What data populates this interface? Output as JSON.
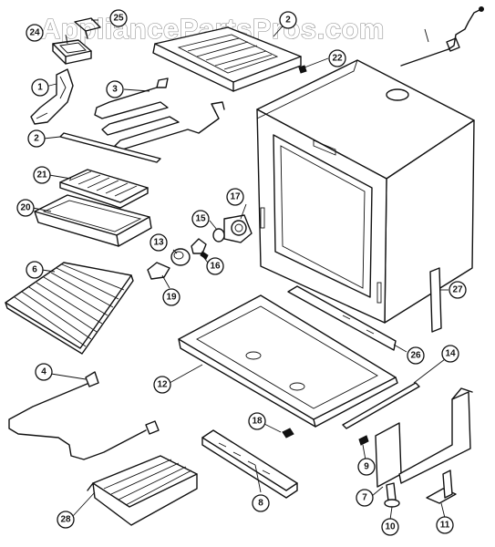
{
  "watermark": "AppliancePartsPros.com",
  "callouts": {
    "c1": "1",
    "c2a": "2",
    "c2b": "2",
    "c3": "3",
    "c4": "4",
    "c6": "6",
    "c7": "7",
    "c8": "8",
    "c9": "9",
    "c10": "10",
    "c11": "11",
    "c12": "12",
    "c13": "13",
    "c14": "14",
    "c15": "15",
    "c16": "16",
    "c17": "17",
    "c18": "18",
    "c19": "19",
    "c20": "20",
    "c21": "21",
    "c22": "22",
    "c24": "24",
    "c25": "25",
    "c26": "26",
    "c27": "27",
    "c28": "28"
  }
}
